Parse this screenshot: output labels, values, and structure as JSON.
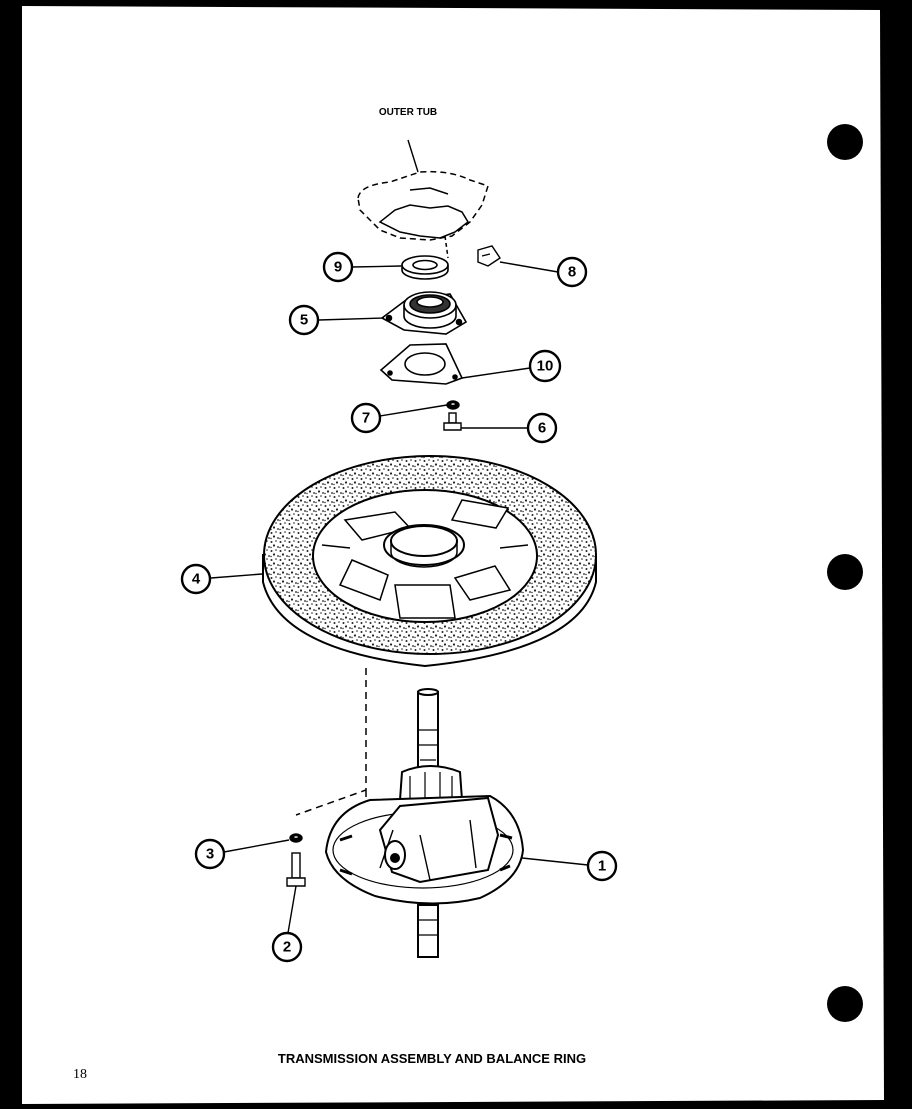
{
  "diagram": {
    "title": "TRANSMISSION ASSEMBLY AND BALANCE RING",
    "page_number": "18",
    "outer_tub_label": "OUTER TUB",
    "callouts": [
      "1",
      "2",
      "3",
      "4",
      "5",
      "6",
      "7",
      "8",
      "9",
      "10"
    ]
  },
  "colors": {
    "ink": "#000000",
    "paper": "#ffffff",
    "speckle": "#555555"
  }
}
